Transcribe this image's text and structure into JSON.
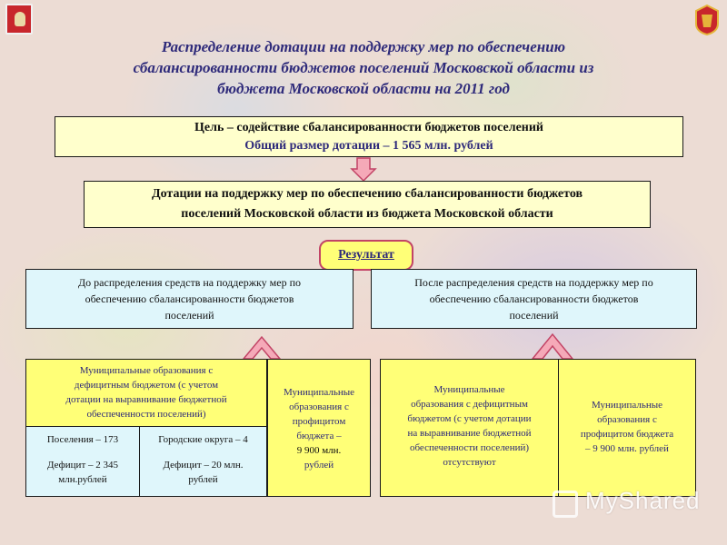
{
  "header": {
    "title_lines": [
      "Распределение дотации на поддержку мер по обеспечению",
      "сбалансированности бюджетов поселений Московской области из",
      "бюджета Московской области на 2011 год"
    ]
  },
  "goal": {
    "line1": "Цель – содействие сбалансированности бюджетов поселений",
    "line2": "Общий размер дотации – 1 565 млн. рублей"
  },
  "subsidy": {
    "lines": [
      "Дотации на поддержку мер по обеспечению сбалансированности бюджетов",
      "поселений Московской области из бюджета Московской области"
    ]
  },
  "result": {
    "label": "Результат"
  },
  "before": {
    "lines": [
      "До распределения средств на поддержку мер по",
      "обеспечению сбалансированности бюджетов",
      "поселений"
    ]
  },
  "after": {
    "lines": [
      "После распределения средств на поддержку мер по",
      "обеспечению сбалансированности бюджетов",
      "поселений"
    ]
  },
  "left_group": {
    "deficit_lines": [
      "Муниципальные образования с",
      "дефицитным бюджетом (с учетом",
      "дотации на выравнивание бюджетной",
      "обеспеченности поселений)"
    ],
    "surplus_lines": [
      "Муниципальные",
      "образования с",
      "профицитом",
      "бюджета –"
    ],
    "surplus_amount_lines": [
      "9 900 млн.",
      "рублей"
    ],
    "settlements": {
      "count": "Поселения – 173",
      "deficit_lines": [
        "Дефицит – 2 345",
        "млн.рублей"
      ]
    },
    "cities": {
      "count": "Городские округа – 4",
      "deficit_lines": [
        "Дефицит – 20 млн.",
        "рублей"
      ]
    }
  },
  "right_group": {
    "deficit_lines": [
      "Муниципальные",
      "образования с дефицитным",
      "бюджетом (с учетом дотации",
      "на выравнивание бюджетной",
      "обеспеченности поселений)",
      "отсутствуют"
    ],
    "surplus_lines": [
      "Муниципальные",
      "образования с",
      "профицитом бюджета",
      "– 9 900 млн. рублей"
    ]
  },
  "watermark": {
    "text": "MyShared"
  },
  "colors": {
    "title": "#2e2a7a",
    "pale_yellow": "#ffffcc",
    "yellow": "#ffff77",
    "light_blue": "#dff6fb",
    "arrow_fill": "#f5a9b8",
    "arrow_stroke": "#c24466"
  }
}
